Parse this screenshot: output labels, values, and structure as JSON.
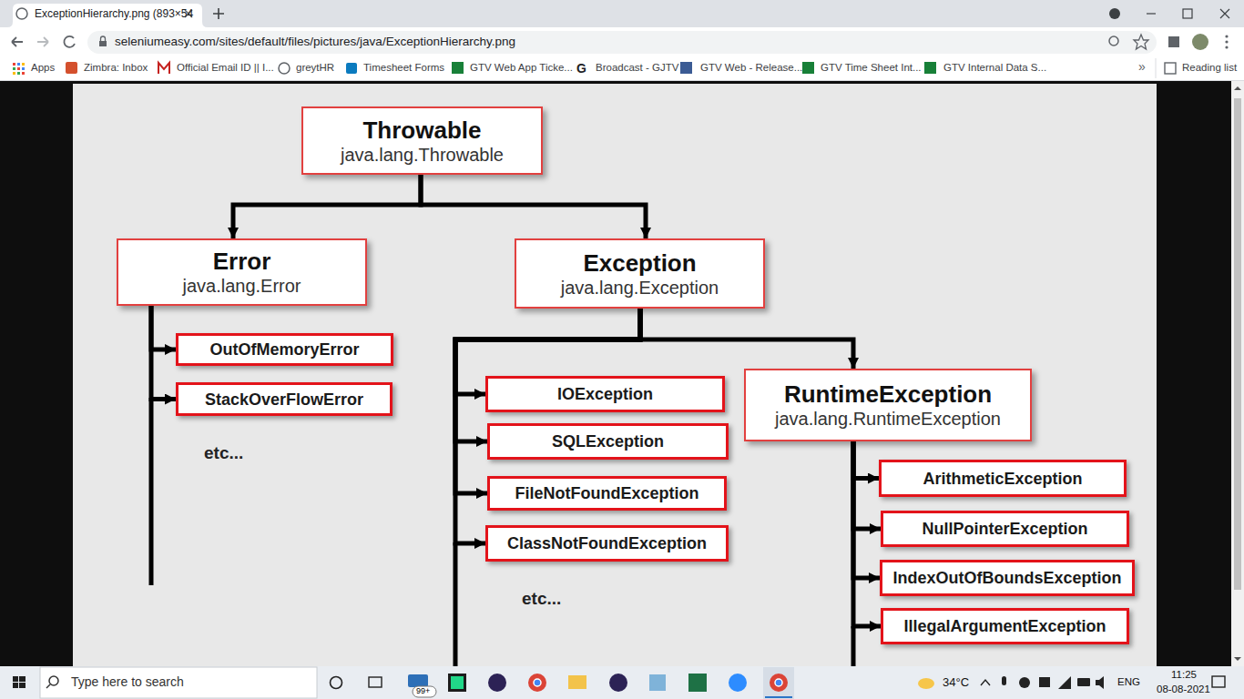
{
  "diagram": {
    "nodes": [
      {
        "text": [
          "Throwable",
          "java.lang.Throwable"
        ]
      },
      {
        "text": [
          "Error",
          "java.lang.Error"
        ]
      },
      {
        "text": [
          "Exception",
          "java.lang.Exception"
        ]
      },
      {
        "text": [
          "OutOfMemoryError"
        ]
      },
      {
        "text": [
          "StackOverFlowError"
        ]
      },
      {
        "text": [
          "IOException"
        ]
      },
      {
        "text": [
          "SQLException"
        ]
      },
      {
        "text": [
          "FileNotFoundException"
        ]
      },
      {
        "text": [
          "ClassNotFoundException"
        ]
      },
      {
        "text": [
          "RuntimeException",
          "java.lang.RuntimeException"
        ]
      },
      {
        "text": [
          "ArithmeticException"
        ]
      },
      {
        "text": [
          "NullPointerException"
        ]
      },
      {
        "text": [
          "IndexOutOfBoundsException"
        ]
      },
      {
        "text": [
          "IllegalArgumentException"
        ]
      }
    ],
    "edges": [
      {
        "from": 0,
        "to": 1,
        "arrow": "to"
      },
      {
        "from": 0,
        "to": 2,
        "arrow": "to"
      },
      {
        "from": 1,
        "to": 3,
        "arrow": "to"
      },
      {
        "from": 1,
        "to": 4,
        "arrow": "to"
      },
      {
        "from": 2,
        "to": 5,
        "arrow": "to"
      },
      {
        "from": 2,
        "to": 6,
        "arrow": "to"
      },
      {
        "from": 2,
        "to": 7,
        "arrow": "to"
      },
      {
        "from": 2,
        "to": 8,
        "arrow": "to"
      },
      {
        "from": 2,
        "to": 9,
        "arrow": "to"
      },
      {
        "from": 9,
        "to": 10,
        "arrow": "to"
      },
      {
        "from": 9,
        "to": 11,
        "arrow": "to"
      },
      {
        "from": 9,
        "to": 12,
        "arrow": "to"
      },
      {
        "from": 9,
        "to": 13,
        "arrow": "to"
      }
    ],
    "labels": [
      "ExceptionHierarchy.png (893×54",
      "seleniumeasy.com/sites/default/files/pictures/java/ExceptionHierarchy.png",
      "Apps",
      "Zimbra: Inbox",
      "Official Email ID || I...",
      "greytHR",
      "Timesheet Forms",
      "GTV Web App Ticke...",
      "Broadcast - GJTV",
      "GTV Web - Release...",
      "GTV Time Sheet Int...",
      "GTV Internal Data S...",
      "»",
      "Reading list",
      "etc...",
      "etc...",
      "Type here to search",
      "99+",
      "34°C",
      "ENG",
      "11:25",
      "08-08-2021"
    ]
  }
}
